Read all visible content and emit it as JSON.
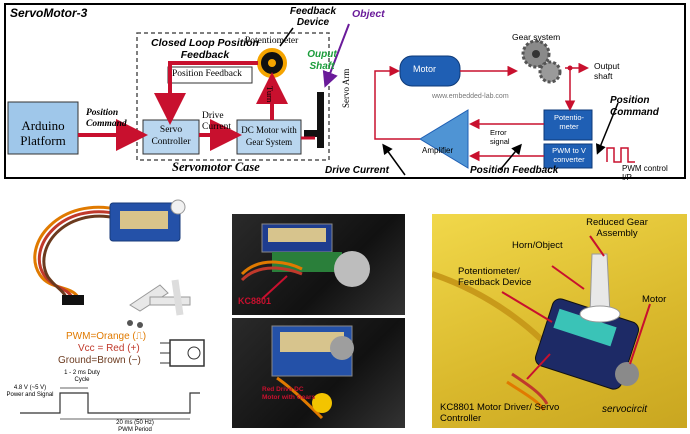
{
  "top": {
    "title": "ServoMotor-3",
    "left_diagram": {
      "arduino": "Arduino Platform",
      "position_command": "Position Command",
      "closed_loop": "Closed Loop Position Feedback",
      "position_feedback": "Position Feedback",
      "drive_current": "Drive Current",
      "servo_controller": "Servo Controller",
      "dc_motor": "DC Motor with Gear System",
      "potentiometer": "Potentiometer",
      "turn": "Turn",
      "servo_arm": "Servo Arm",
      "feedback_device": "Feedback Device",
      "output_shaft": "Ouput Shaft",
      "object": "Object",
      "case": "Servomotor Case"
    },
    "right_diagram": {
      "motor": "Motor",
      "gear_system": "Gear system",
      "output_shaft": "Output shaft",
      "website": "www.embedded-lab.com",
      "potentiometer": "Potentio-meter",
      "pwm_converter": "PWM to V converter",
      "amplifier": "Amplifier",
      "error_signal": "Error signal",
      "pwm_control": "PWM control I/P",
      "position_command": "Position Command",
      "drive_current": "Drive Current",
      "position_feedback": "Position Feedback"
    }
  },
  "bottom_left": {
    "pwm": "PWM=Orange (⎍)",
    "vcc": "Vcc = Red (+)",
    "ground": "Ground=Brown (−)",
    "duty": "1 - 2 ms Duty Cycle",
    "power": "4.8 V (~5 V) Power and Signal",
    "period": "20 ms (50 Hz) PWM Period"
  },
  "bottom_mid": {
    "kc8801": "KC8801",
    "red_label": "Red Drive DC Motor with Gears"
  },
  "bottom_right": {
    "reduced_gear": "Reduced Gear Assembly",
    "horn": "Horn/Object",
    "pot": "Potentiometer/ Feedback Device",
    "motor": "Motor",
    "kc_driver": "KC8801 Motor Driver/ Servo Controller",
    "brand": "servocircit"
  },
  "colors": {
    "red_arrow": "#c8102e",
    "blue_block": "#1f5fb4",
    "purple_arrow": "#6a1b9a",
    "green_text": "#1a9c3a"
  }
}
